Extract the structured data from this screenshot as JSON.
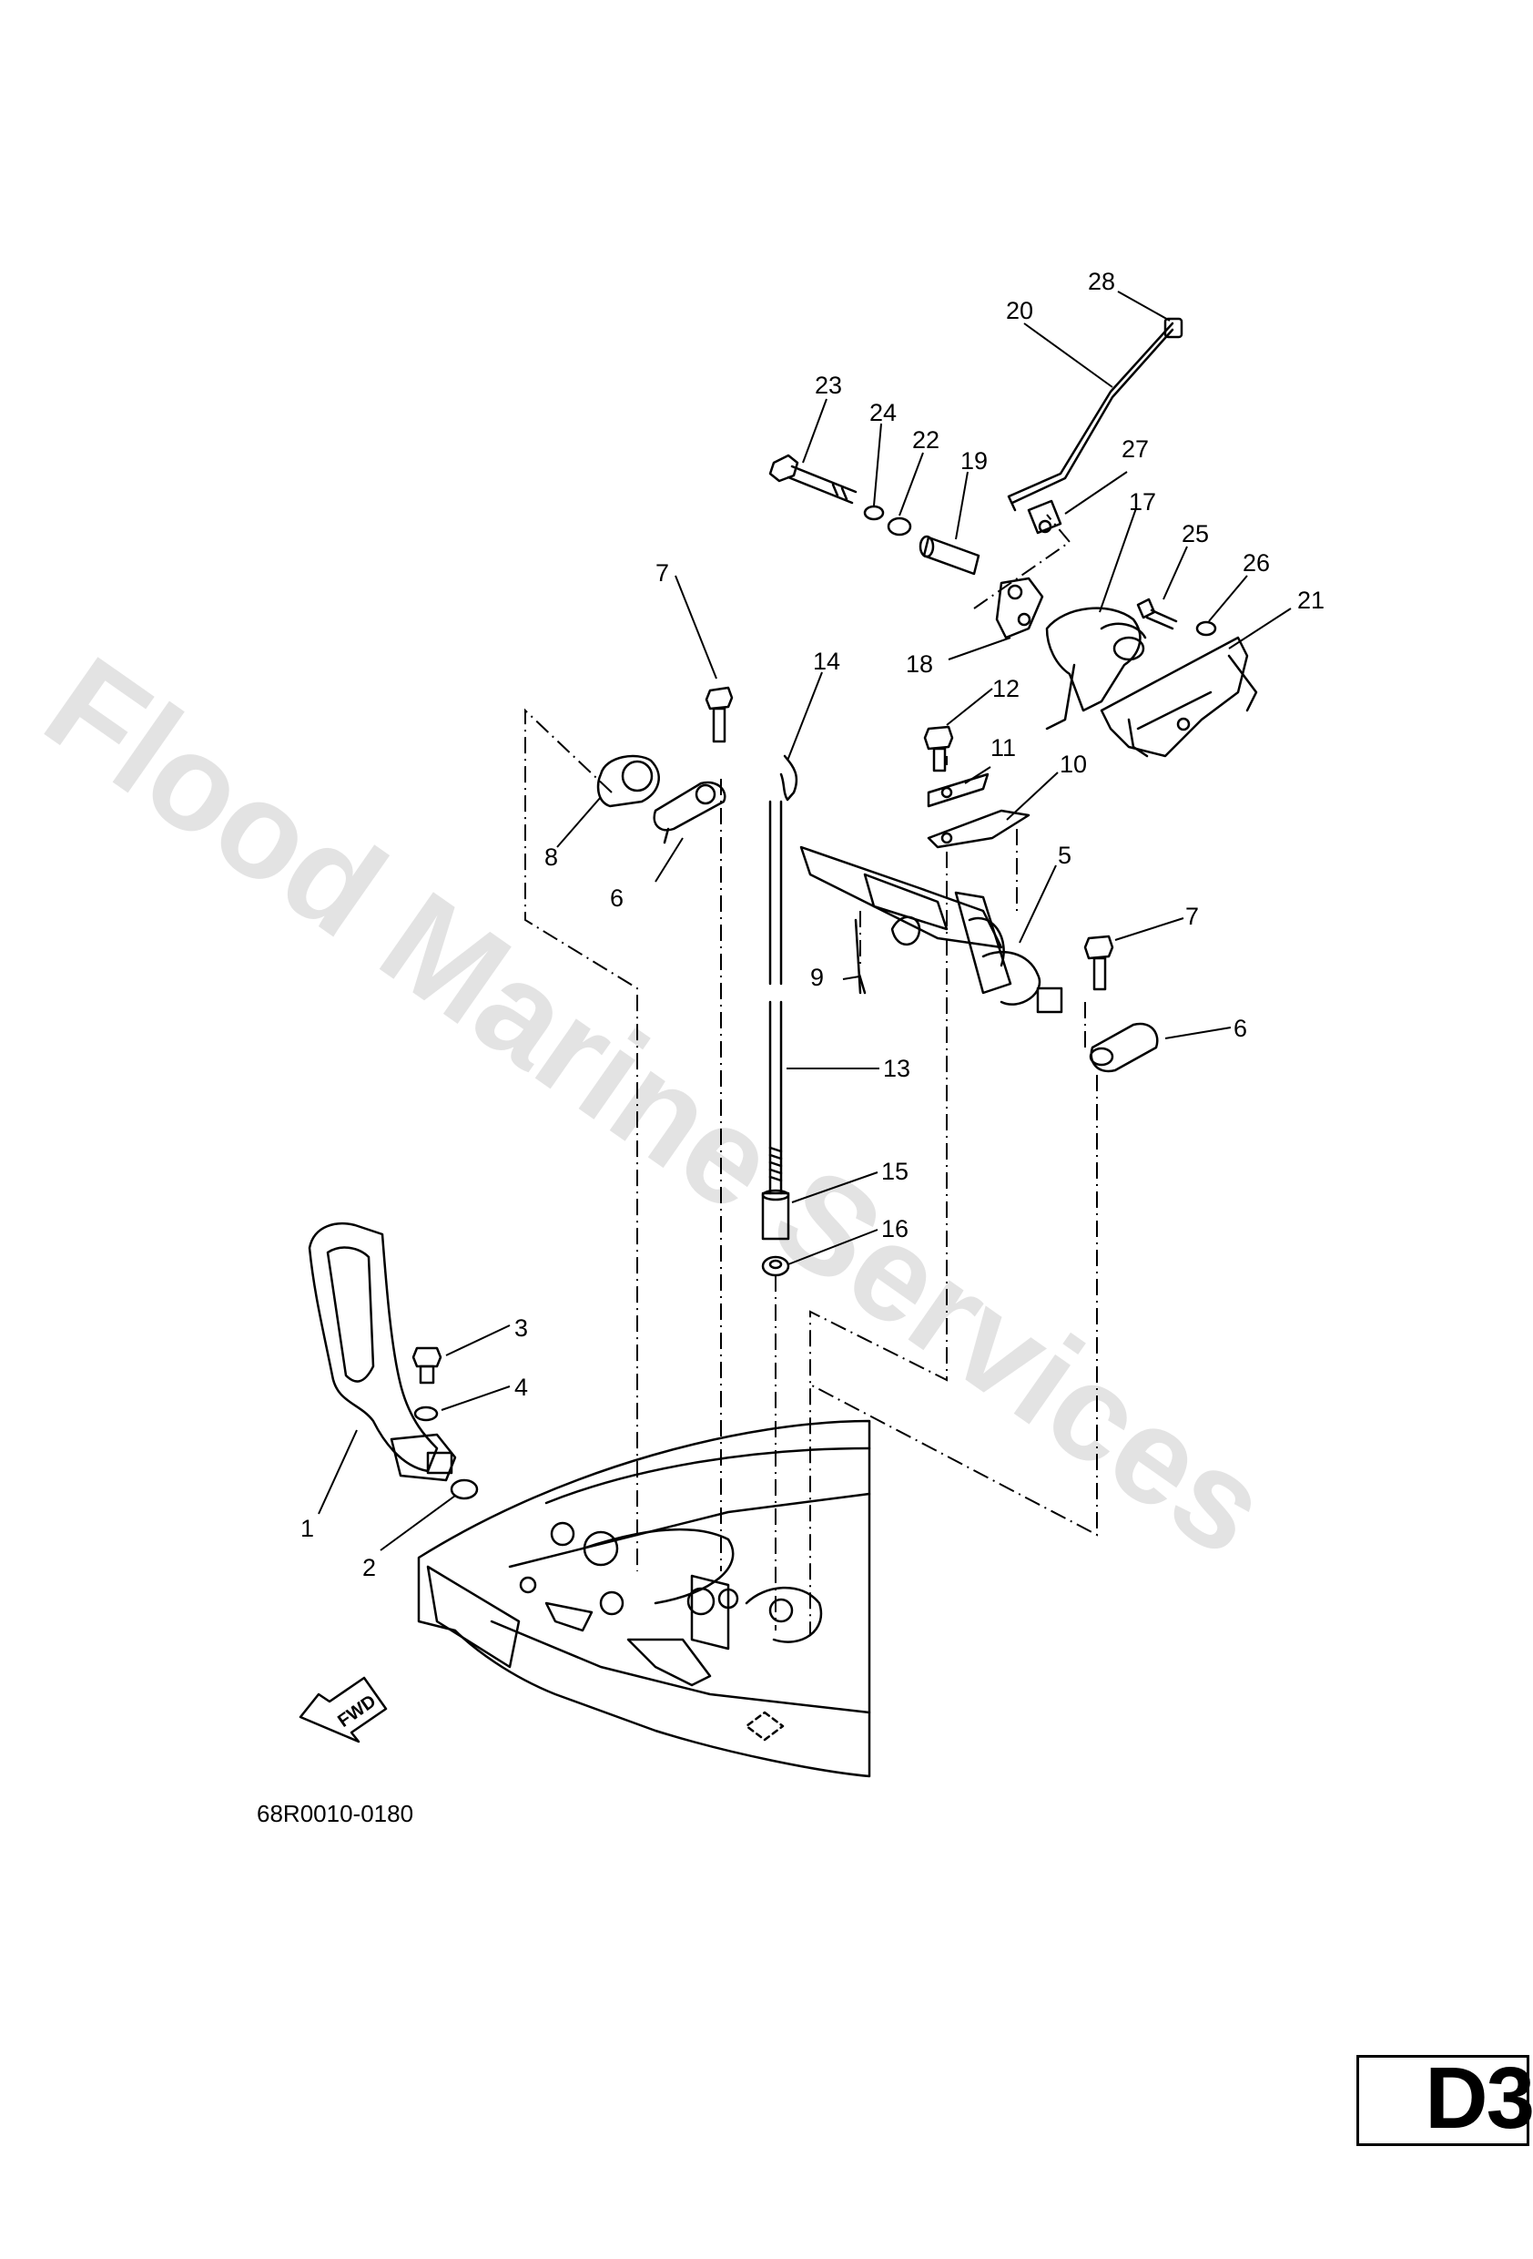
{
  "watermark": "Flood Marine Services",
  "diagram_code": "68R0010-0180",
  "fwd_label": "FWD",
  "page_id": "D3",
  "callouts": [
    "1",
    "2",
    "3",
    "4",
    "5",
    "6",
    "6",
    "7",
    "7",
    "8",
    "9",
    "10",
    "11",
    "12",
    "13",
    "14",
    "15",
    "16",
    "17",
    "18",
    "19",
    "20",
    "21",
    "22",
    "23",
    "24",
    "25",
    "26",
    "27",
    "28"
  ],
  "colors": {
    "ink": "#000000",
    "watermark": "#c8c8c8"
  }
}
